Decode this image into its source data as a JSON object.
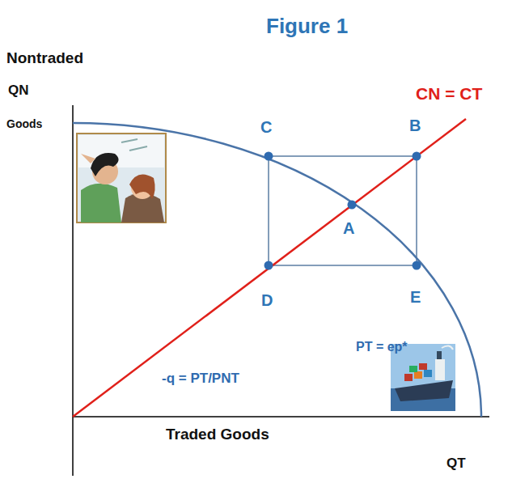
{
  "diagram": {
    "title": "Figure 1",
    "labels": [
      "Nontraded",
      "QN",
      "Goods",
      "CN = CT",
      "C",
      "B",
      "A",
      "D",
      "E",
      "PT = ep*",
      "-q = PT/PNT",
      "Traded Goods",
      "QT"
    ]
  }
}
